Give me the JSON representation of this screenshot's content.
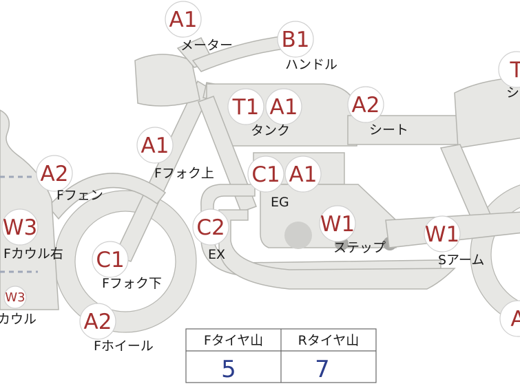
{
  "badges": [
    {
      "code": "A1"
    },
    {
      "code": "B1"
    },
    {
      "code": "T1"
    },
    {
      "code": "A1"
    },
    {
      "code": "A2"
    },
    {
      "code": "T"
    },
    {
      "code": "A1"
    },
    {
      "code": "A2"
    },
    {
      "code": "C1"
    },
    {
      "code": "A1"
    },
    {
      "code": "W3"
    },
    {
      "code": "C2"
    },
    {
      "code": "W1"
    },
    {
      "code": "W1"
    },
    {
      "code": "C1"
    },
    {
      "code": "W3"
    },
    {
      "code": "A2"
    },
    {
      "code": "A"
    }
  ],
  "labels": {
    "meter": "メーター",
    "handle": "ハンドル",
    "tank": "タンク",
    "seat": "シート",
    "seat_r": "シ",
    "ffork_upper": "Fフォク上",
    "ffender": "Fフェン",
    "eg": "EG",
    "fcowl_right": "Fカウル右",
    "ex": "EX",
    "step": "ステップ",
    "sarm": "Sアーム",
    "ffork_lower": "Fフォク下",
    "cowl": "カウル",
    "fwheel": "Fホイール"
  },
  "tread_table": {
    "headers": [
      "Fタイヤ山",
      "Rタイヤ山"
    ],
    "values": [
      "5",
      "7"
    ]
  },
  "colors": {
    "badge_text": "#a3302f",
    "body_fill": "#e7e7e4",
    "body_stroke": "#b5b5b0",
    "table_value": "#2b3d8c"
  }
}
